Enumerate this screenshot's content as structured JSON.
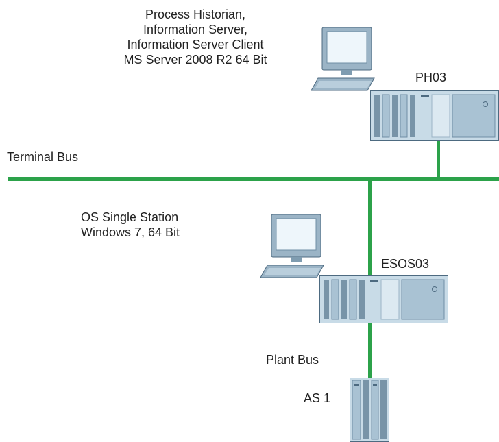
{
  "nodes": {
    "ph03": {
      "name": "PH03",
      "description": [
        "Process Historian,",
        "Information Server,",
        "Information Server Client",
        "MS Server 2008 R2 64 Bit"
      ]
    },
    "esos03": {
      "name": "ESOS03",
      "description": [
        "OS Single Station",
        "Windows 7, 64 Bit"
      ]
    },
    "as1": {
      "name": "AS 1"
    }
  },
  "buses": {
    "terminal": "Terminal Bus",
    "plant": "Plant Bus"
  },
  "colors": {
    "bus": "#2ca24a",
    "monitor_frame": "#9bb4c6",
    "screen": "#eef6fb",
    "pc_front": "#c8dbe7",
    "pc_dark": "#7894a8",
    "outline": "#4d6a80"
  }
}
